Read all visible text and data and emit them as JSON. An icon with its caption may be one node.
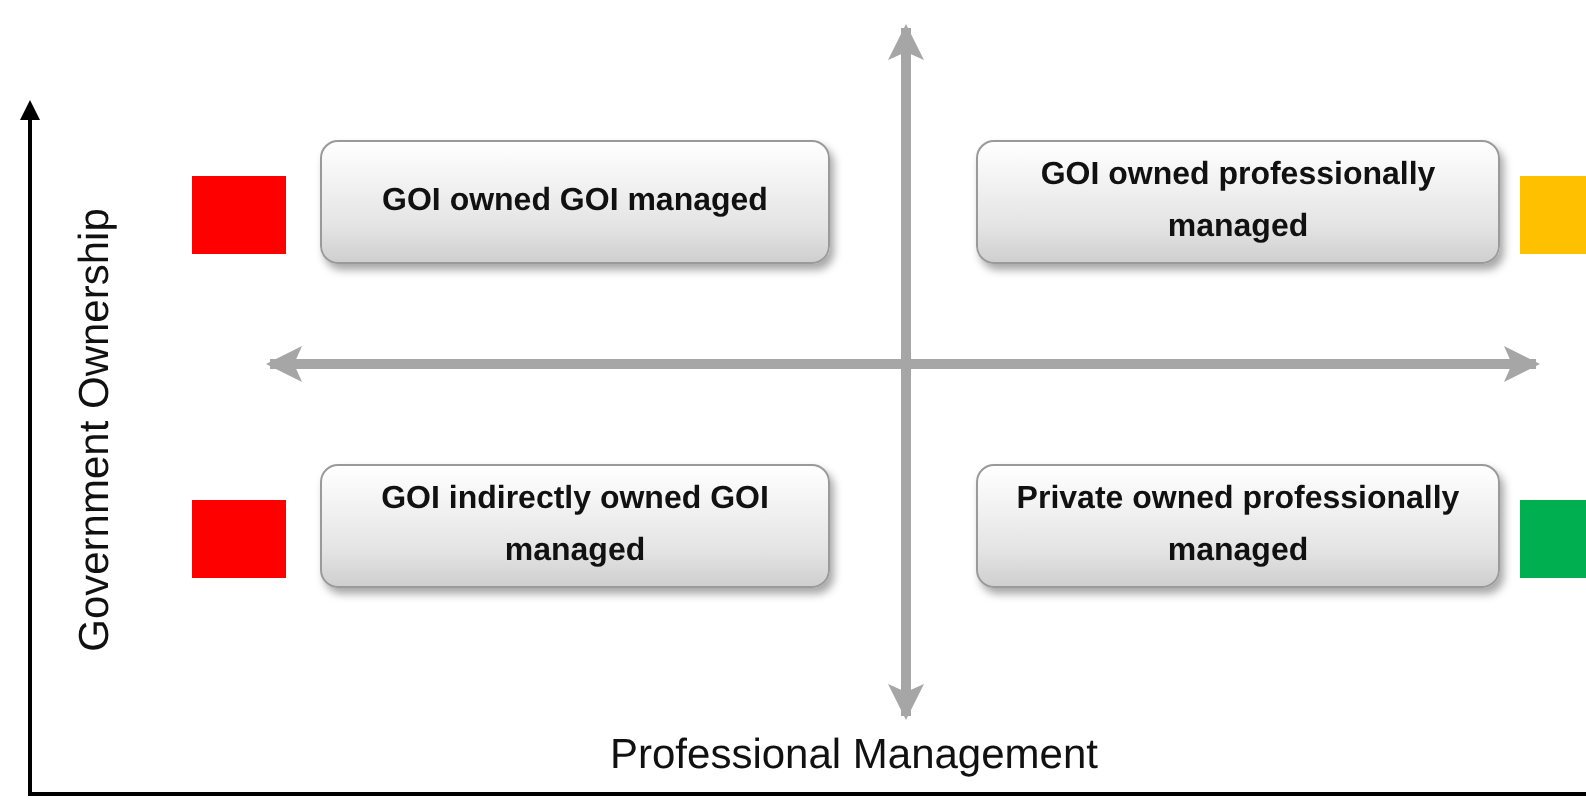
{
  "diagram": {
    "nodes": [
      {
        "text": [],
        "shape": "box"
      },
      {
        "text": [
          "GOI owned GOI managed"
        ]
      },
      {
        "text": [
          "GOI owned professionally managed"
        ]
      },
      {
        "text": [],
        "shape": "box"
      },
      {
        "text": [],
        "shape": "box"
      },
      {
        "text": [
          "GOI indirectly owned GOI managed"
        ]
      },
      {
        "text": [
          "Private owned professionally managed"
        ]
      },
      {
        "text": [],
        "shape": "box"
      }
    ],
    "edges": [],
    "labels": [
      "Government Ownership",
      "Professional Management"
    ]
  }
}
